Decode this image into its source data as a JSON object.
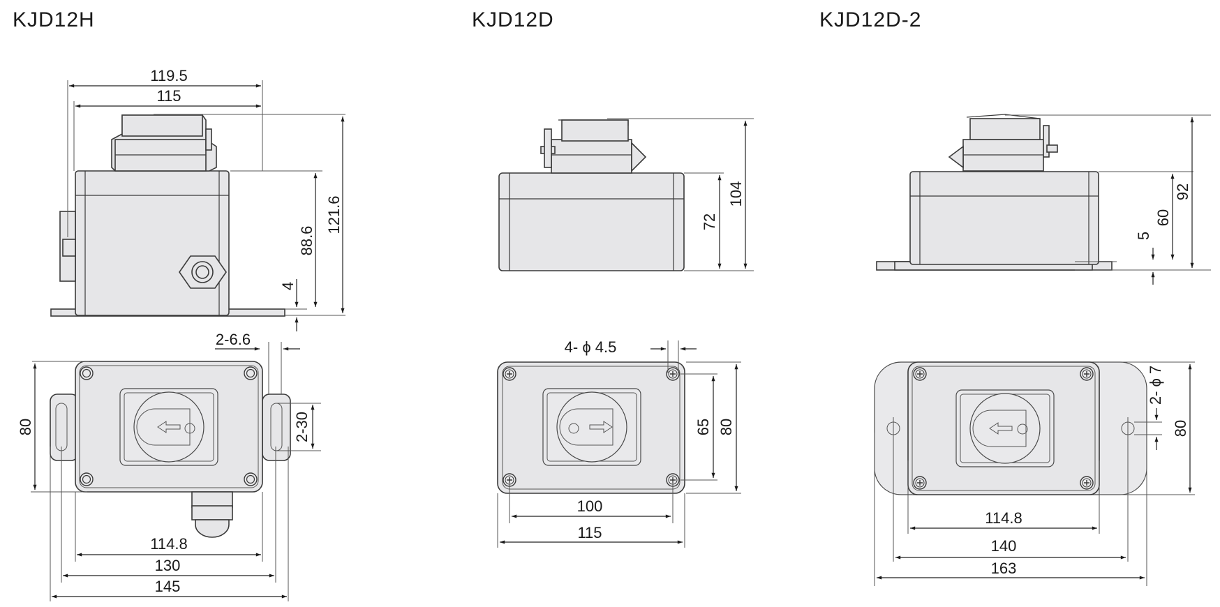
{
  "titles": {
    "kjd12h": "KJD12H",
    "kjd12d": "KJD12D",
    "kjd12d2": "KJD12D-2"
  },
  "kjd12h": {
    "side_view": {
      "width_overall": "119.5",
      "width_body": "115",
      "height_overall": "121.6",
      "height_body": "88.6",
      "flange_thickness": "4"
    },
    "top_view": {
      "mounting_slot_width": "2-6.6",
      "slot_length": "2-30",
      "depth": "80",
      "width_lid": "114.8",
      "slot_pitch": "130",
      "width_overall": "145"
    }
  },
  "kjd12d": {
    "side_view": {
      "height_overall": "104",
      "height_body": "72"
    },
    "top_view": {
      "mounting_holes": "4- ϕ 4.5",
      "hole_pitch_vertical": "65",
      "depth": "80",
      "hole_pitch_horizontal": "100",
      "width_overall": "115"
    }
  },
  "kjd12d2": {
    "side_view": {
      "height_overall": "92",
      "height_body": "60",
      "flange_thickness": "5"
    },
    "top_view": {
      "mounting_holes": "2- ϕ 7",
      "depth": "80",
      "width_lid": "114.8",
      "hole_pitch": "140",
      "width_overall": "163"
    }
  },
  "colors": {
    "body_fill": "#e6e6e8",
    "outline": "#3a3a3a",
    "dimension": "#222222"
  }
}
